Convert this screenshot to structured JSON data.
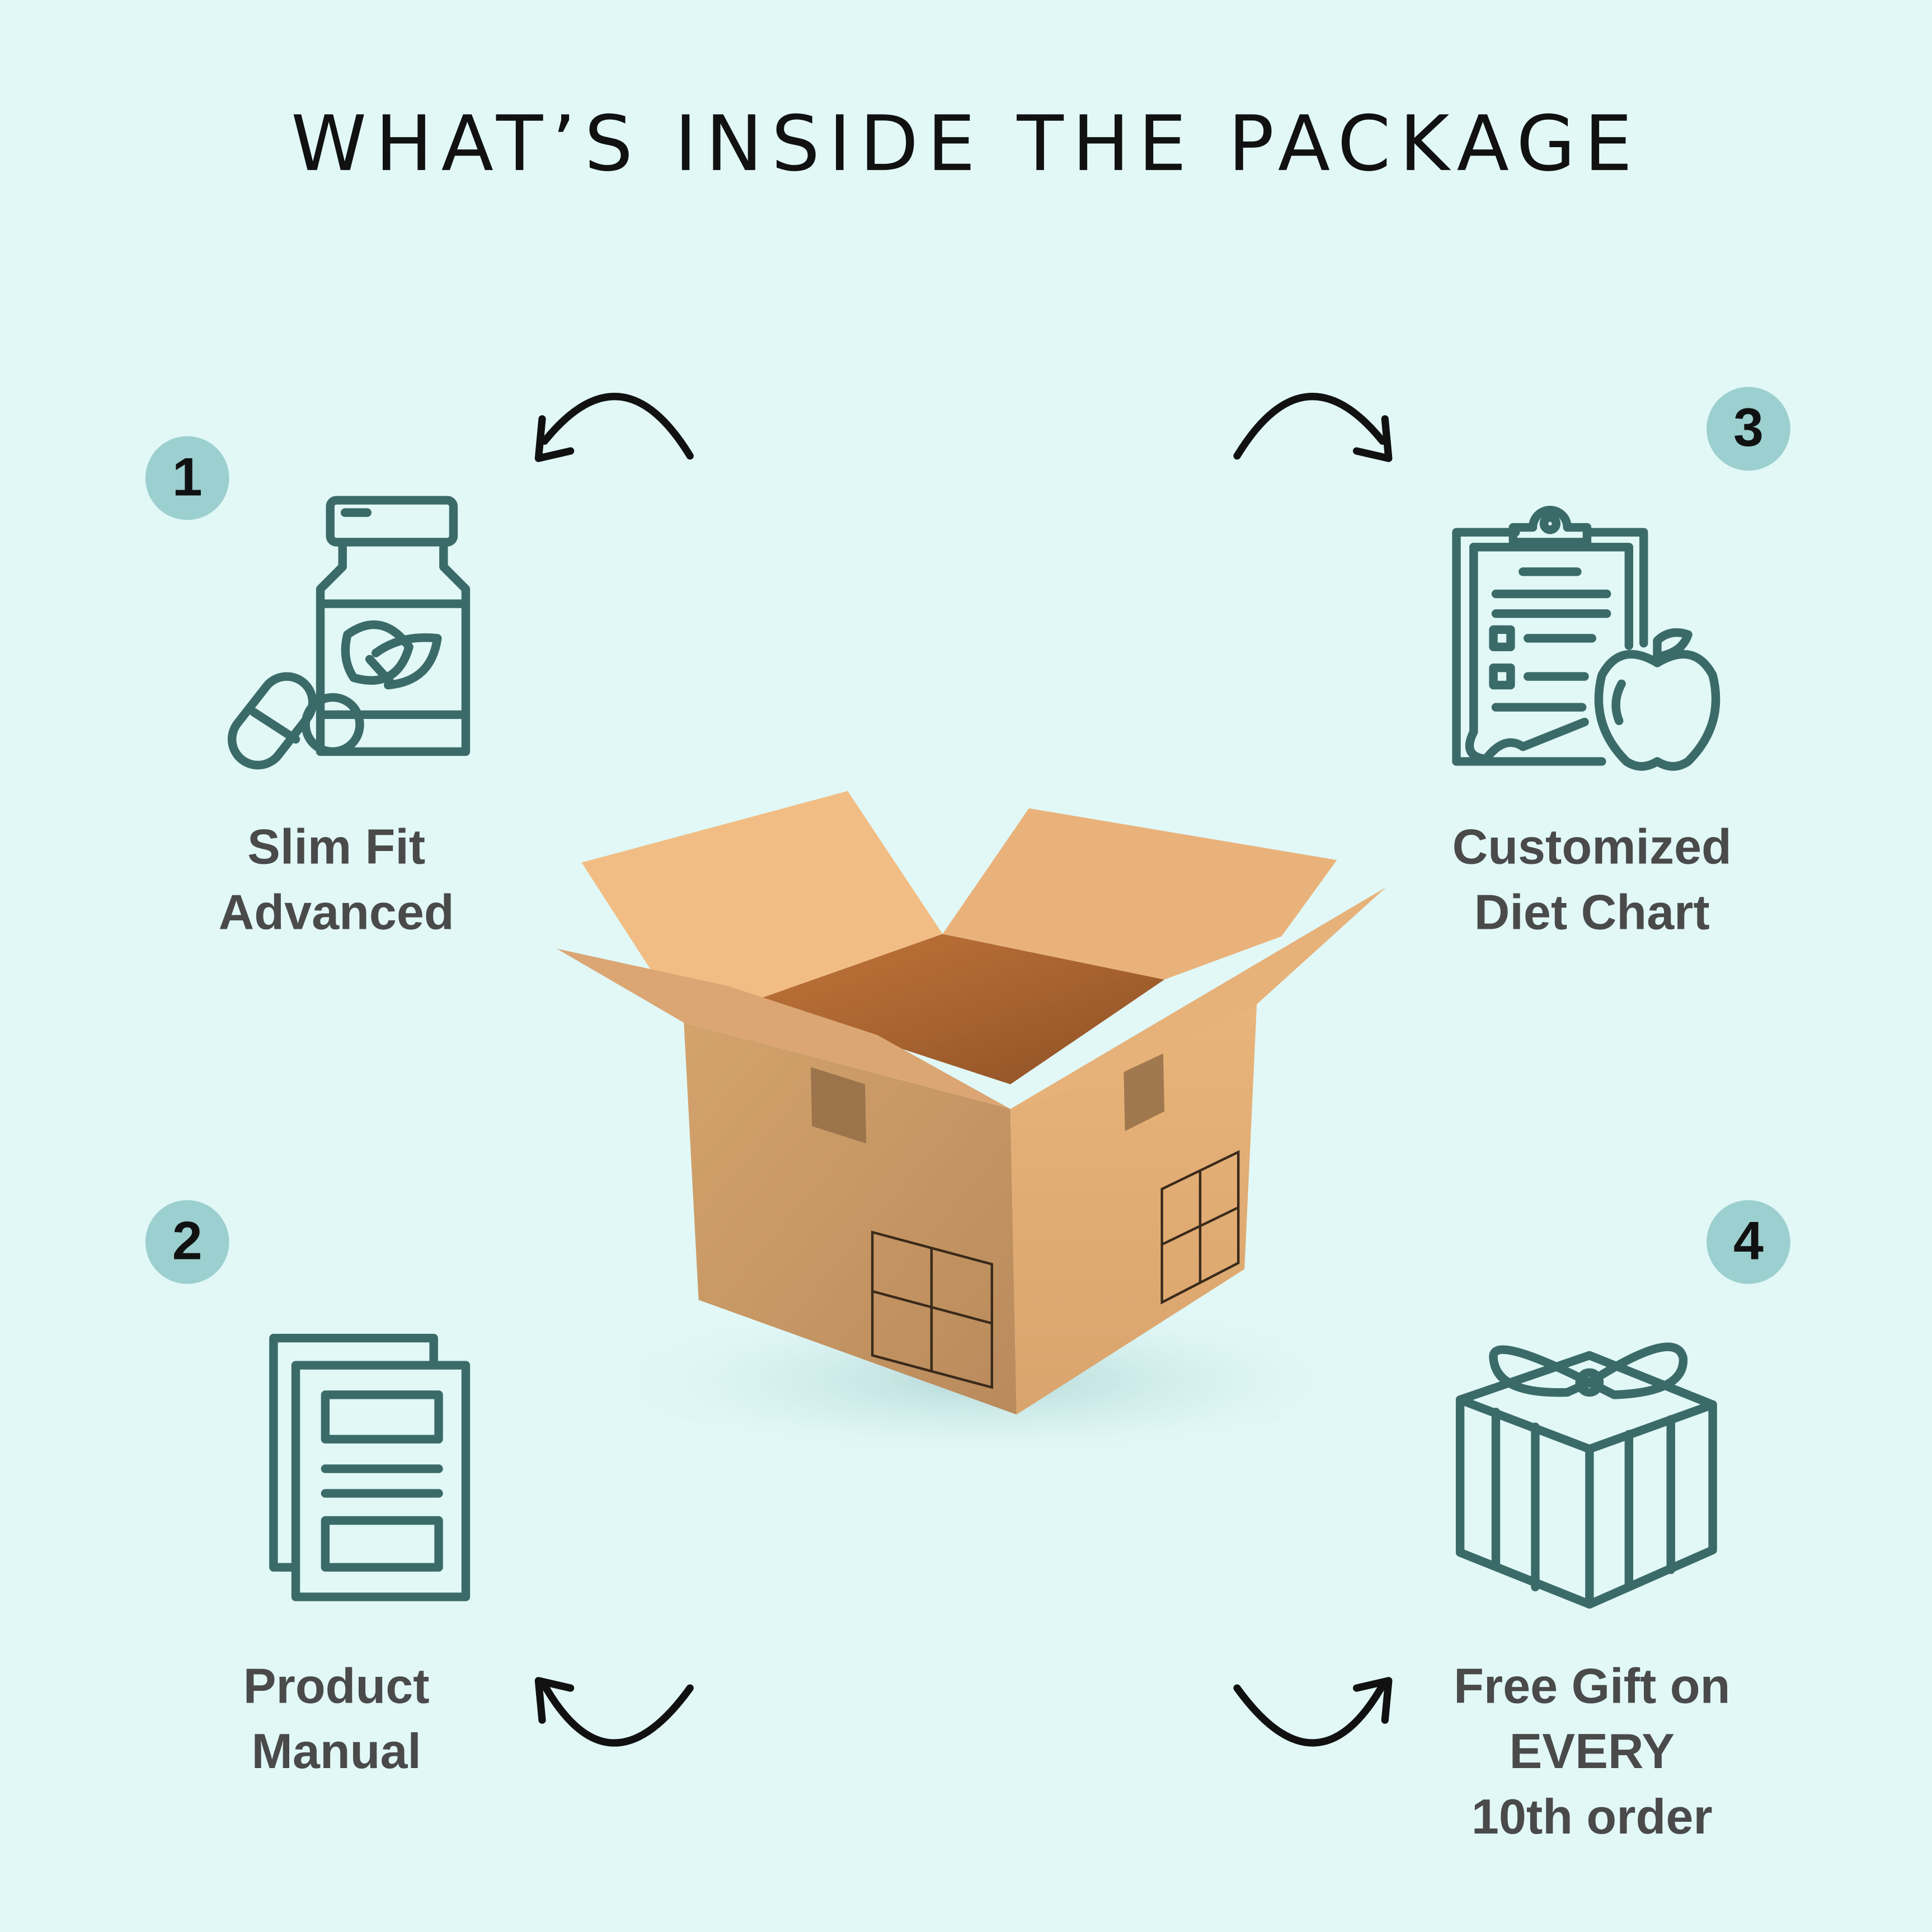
{
  "title": "WHAT’S INSIDE THE PACKAGE",
  "items": [
    {
      "number": "1",
      "lines": [
        "Slim Fit",
        "Advanced"
      ],
      "icon": "supplement-bottle-icon"
    },
    {
      "number": "2",
      "lines": [
        "Product",
        "Manual"
      ],
      "icon": "manual-icon"
    },
    {
      "number": "3",
      "lines": [
        "Customized",
        "Diet Chart"
      ],
      "icon": "diet-chart-icon"
    },
    {
      "number": "4",
      "lines": [
        "Free Gift on",
        "EVERY",
        "10th order"
      ],
      "icon": "gift-icon"
    }
  ],
  "colors": {
    "background": "#e1f8f7",
    "icon": "#3b6b69",
    "badge": "#9ccfcf",
    "text": "#4a4a4a"
  }
}
